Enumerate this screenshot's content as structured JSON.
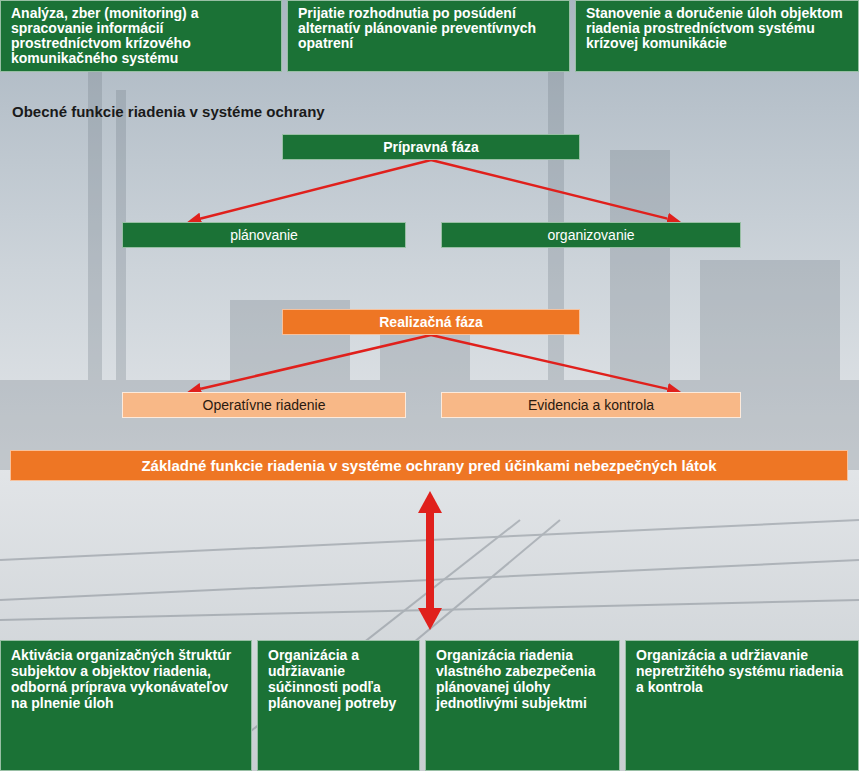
{
  "diagram": {
    "nodes": [
      {
        "text": [
          "Analýza, zber (monitoring) a spracovanie informácií prostredníctvom krízového komunikačného systému"
        ]
      },
      {
        "text": [
          "Prijatie rozhodnutia po posúdení alternatív plánovanie preventívnych opatrení"
        ]
      },
      {
        "text": [
          "Stanovenie a doručenie úloh objektom riadenia prostredníctvom systému krízovej komunikácie"
        ]
      },
      {
        "text": [
          "Prípravná fáza"
        ]
      },
      {
        "text": [
          "plánovanie"
        ]
      },
      {
        "text": [
          "organizovanie"
        ]
      },
      {
        "text": [
          "Realizačná fáza"
        ]
      },
      {
        "text": [
          "Operatívne riadenie"
        ]
      },
      {
        "text": [
          "Evidencia a kontrola"
        ]
      },
      {
        "text": [
          "Základné funkcie riadenia v systéme ochrany pred účinkami nebezpečných látok"
        ]
      },
      {
        "text": [
          "Aktivácia organizačných štruktúr subjektov a objektov riadenia, odborná príprava vykonávateľov na plnenie úloh"
        ]
      },
      {
        "text": [
          "Organizácia a udržiavanie súčinnosti podľa plánovanej potreby"
        ]
      },
      {
        "text": [
          "Organizácia riadenia vlastného zabezpečenia plánovanej úlohy jednotlivými subjektmi"
        ]
      },
      {
        "text": [
          "Organizácia a udržiavanie nepretržitého systému riadenia a kontrola"
        ]
      }
    ],
    "edges": [
      {
        "from": 3,
        "to": 4,
        "arrow": "to"
      },
      {
        "from": 3,
        "to": 5,
        "arrow": "to"
      },
      {
        "from": 6,
        "to": 7,
        "arrow": "to"
      },
      {
        "from": 6,
        "to": 8,
        "arrow": "to"
      },
      {
        "from": 9,
        "to": 12,
        "arrow": "both"
      }
    ],
    "labels": [
      "Obecné funkcie riadenia v systéme ochrany"
    ]
  }
}
